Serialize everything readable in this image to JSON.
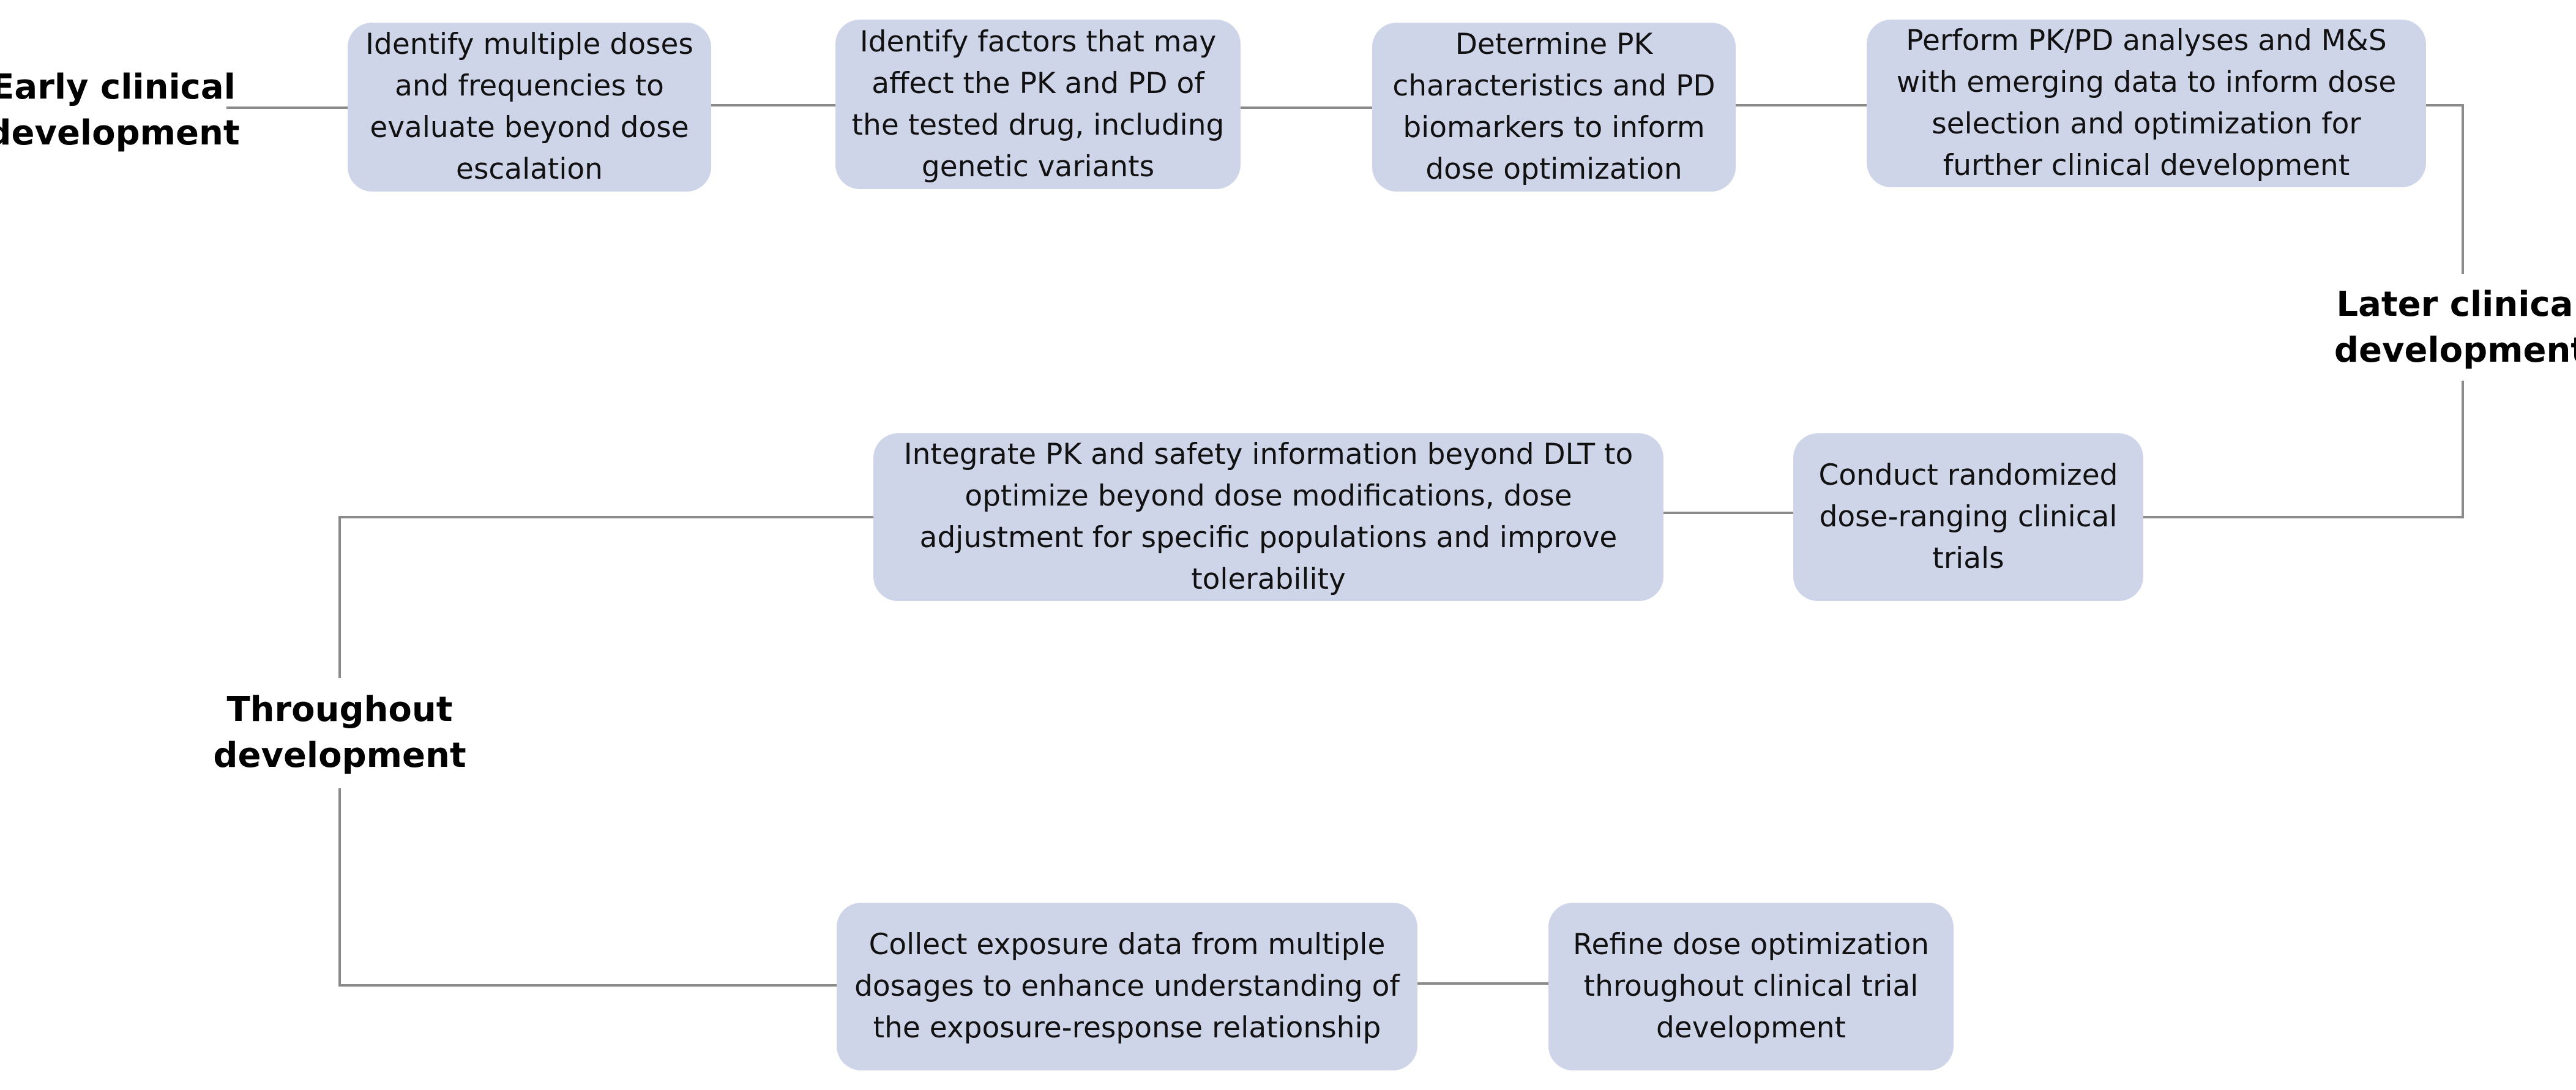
{
  "phases": {
    "early": "Early clinical development",
    "later": "Later clinical development",
    "throughout": "Throughout development"
  },
  "steps": {
    "s1": "Identify multiple doses and frequencies to evaluate beyond dose escalation",
    "s2": "Identify factors that may affect the PK and PD of the tested drug, including genetic variants",
    "s3": "Determine PK characteristics and PD biomarkers to inform dose optimization",
    "s4": "Perform PK/PD analyses and M&S with emerging data to inform dose selection and optimization for further clinical development",
    "s5": "Conduct randomized dose-ranging clinical trials",
    "s6": "Integrate PK and safety information beyond DLT to optimize beyond dose modifications, dose adjustment for specific populations and improve tolerability",
    "s7": "Collect exposure data from multiple dosages to enhance understanding of the exposure-response relationship",
    "s8": "Refine dose optimization throughout clinical trial development"
  },
  "colors": {
    "box_fill": "#cfd5e9",
    "connector": "#8a8a8a",
    "text": "#111111"
  }
}
